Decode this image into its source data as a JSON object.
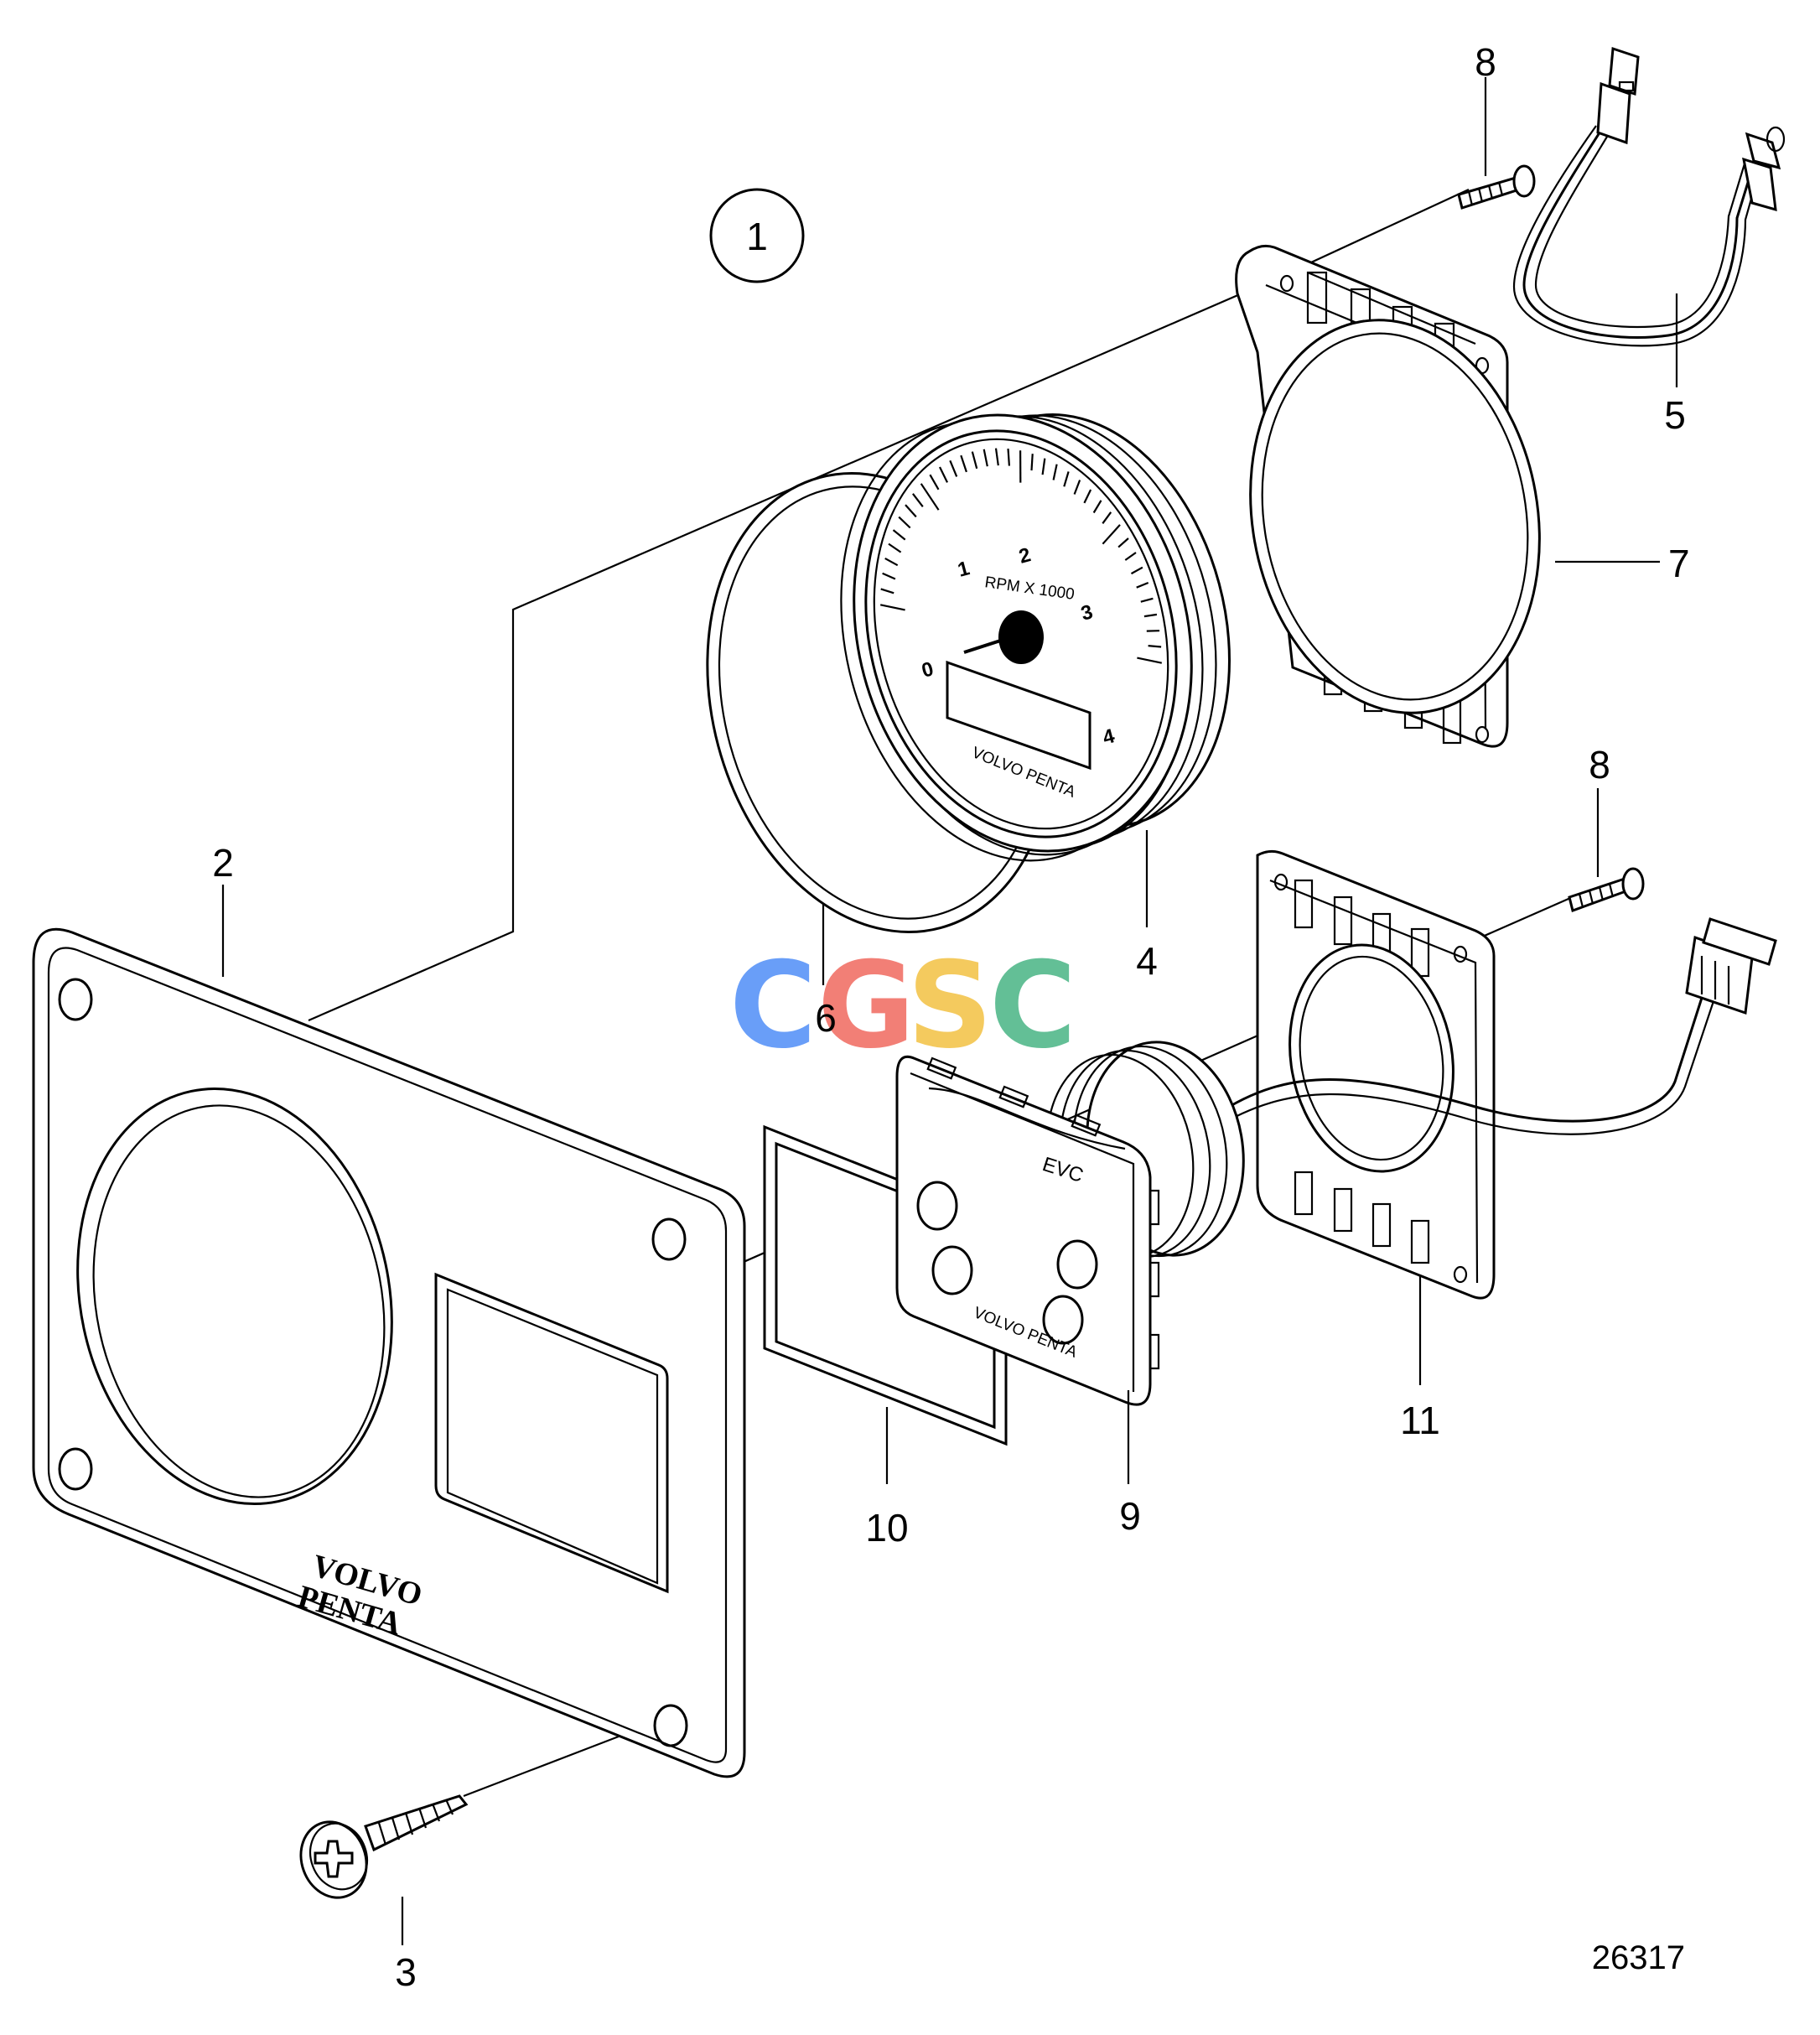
{
  "diagram": {
    "view_label": "1",
    "drawing_number": "26317",
    "watermark": {
      "letters": [
        "C",
        "G",
        "S",
        "C"
      ],
      "colors": [
        "#4f8ef7",
        "#f0695f",
        "#f3c143",
        "#48b484"
      ]
    },
    "callouts": [
      {
        "id": "2",
        "text": "2"
      },
      {
        "id": "3",
        "text": "3"
      },
      {
        "id": "4",
        "text": "4"
      },
      {
        "id": "5",
        "text": "5"
      },
      {
        "id": "6",
        "text": "6"
      },
      {
        "id": "7",
        "text": "7"
      },
      {
        "id": "8a",
        "text": "8"
      },
      {
        "id": "8b",
        "text": "8"
      },
      {
        "id": "9",
        "text": "9"
      },
      {
        "id": "10",
        "text": "10"
      },
      {
        "id": "11",
        "text": "11"
      }
    ],
    "gauge": {
      "scale_numbers": [
        "0",
        "1",
        "2",
        "3",
        "4"
      ],
      "unit_text": "RPM X 1000",
      "brand_text": "VOLVO PENTA"
    },
    "panel_logo": {
      "line1": "VOLVO",
      "line2": "PENTA"
    },
    "evc_display": {
      "label": "EVC",
      "brand_text": "VOLVO PENTA"
    }
  }
}
